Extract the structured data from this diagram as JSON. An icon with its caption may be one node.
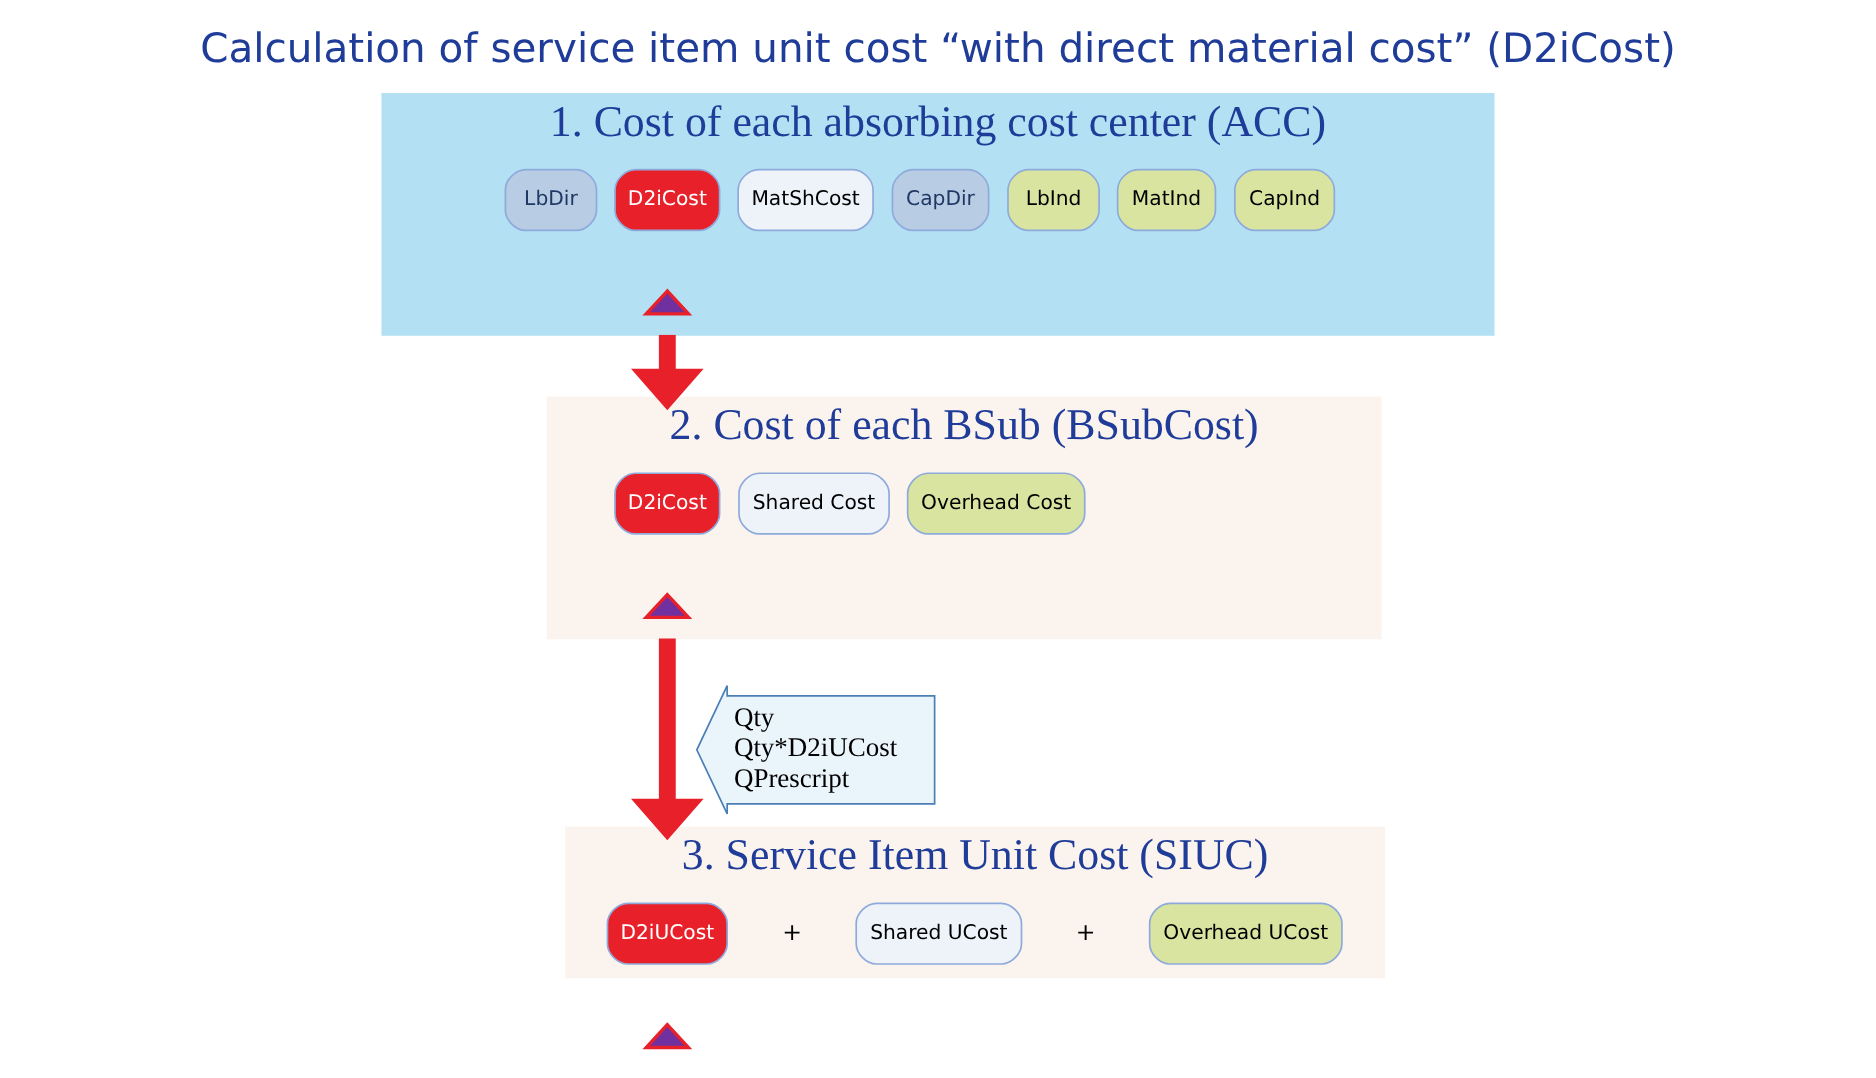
{
  "diagram": {
    "title": "Calculation of service item unit cost “with direct material cost” (D2iCost)",
    "nodes": [
      {
        "text": [
          "1. Cost of each absorbing cost center (ACC)"
        ]
      },
      {
        "text": [
          "LbDir"
        ],
        "in": 0
      },
      {
        "text": [
          "D2iCost"
        ],
        "in": 0
      },
      {
        "text": [
          "MatShCost"
        ],
        "in": 0
      },
      {
        "text": [
          "CapDir"
        ],
        "in": 0
      },
      {
        "text": [
          "LbInd"
        ],
        "in": 0
      },
      {
        "text": [
          "MatInd"
        ],
        "in": 0
      },
      {
        "text": [
          "CapInd"
        ],
        "in": 0
      },
      {
        "text": [],
        "shape": "triangle",
        "in": 0
      },
      {
        "text": [
          "2. Cost of each BSub (BSubCost)"
        ]
      },
      {
        "text": [
          "D2iCost"
        ],
        "in": 9
      },
      {
        "text": [
          "Shared Cost"
        ],
        "in": 9
      },
      {
        "text": [
          "Overhead Cost"
        ],
        "in": 9
      },
      {
        "text": [],
        "shape": "triangle",
        "in": 9
      },
      {
        "text": [
          "3. Service Item Unit Cost (SIUC)"
        ]
      },
      {
        "text": [
          "D2iUCost"
        ],
        "in": 14
      },
      {
        "text": [
          "Shared UCost"
        ],
        "in": 14
      },
      {
        "text": [
          "Overhead UCost"
        ],
        "in": 14
      },
      {
        "text": [],
        "shape": "triangle"
      },
      {
        "text": [
          "Qty",
          "Qty*D2iUCost",
          "QPrescript"
        ]
      }
    ],
    "edges": [
      {
        "from": 0,
        "to": 9,
        "arrow": "to"
      },
      {
        "from": 9,
        "to": 14,
        "arrow": "to"
      }
    ],
    "labels": [
      "+",
      "+"
    ]
  }
}
